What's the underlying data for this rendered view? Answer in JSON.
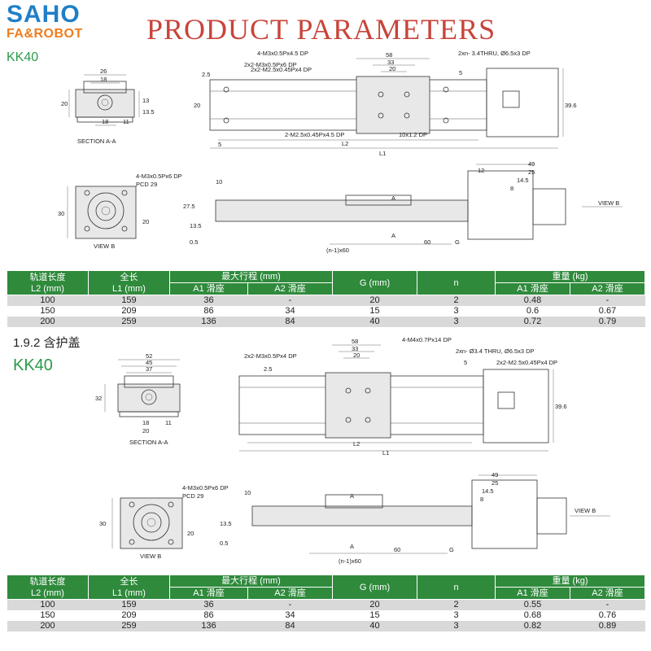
{
  "header": {
    "logo_top": "SAHO",
    "logo_bottom": "FA&ROBOT",
    "title": "PRODUCT PARAMETERS"
  },
  "section1": {
    "model": "KK40",
    "labels": {
      "section_aa": "SECTION A-A",
      "view_b": "VIEW B",
      "view_b_arrow": "VIEW B",
      "m3_top": "2x2-M3x0.5Px6 DP",
      "m3_45": "4-M3x0.5Px4.5 DP",
      "m25_4": "2x2-M2.5x0.45Px4 DP",
      "thru": "2xn- 3.4THRU, Ø6.5x3 DP",
      "m25_45": "2-M2.5x0.45Px4.5 DP",
      "x12": "10x1.2 DP",
      "m3_pcd": "4-M3x0.5Px6 DP",
      "pcd": "PCD 29",
      "pitch": "(n-1)x60",
      "l1": "L1",
      "l2": "L2",
      "a": "A",
      "g": "G"
    },
    "dims": {
      "d26": "26",
      "d18": "18",
      "d20": "20",
      "d11": "11",
      "d13": "13",
      "d135": "13.5",
      "d25": "2.5",
      "d58": "58",
      "d33": "33",
      "d20b": "20",
      "d5": "5",
      "d396": "39.6",
      "d49": "49",
      "d12": "12",
      "d25b": "25",
      "d145": "14.5",
      "d8": "8",
      "d10": "10",
      "d30": "30",
      "d275": "27.5",
      "d05": "0.5",
      "d60": "60"
    },
    "table": {
      "headers": {
        "rail_length": "轨道长度",
        "rail_unit": "L2 (mm)",
        "total_length": "全长",
        "total_unit": "L1 (mm)",
        "max_stroke": "最大行程 (mm)",
        "a1": "A1 滑座",
        "a2": "A2 滑座",
        "g": "G (mm)",
        "n": "n",
        "weight": "重量 (kg)",
        "w_a1": "A1 滑座",
        "w_a2": "A2 滑座"
      },
      "rows": [
        [
          "100",
          "159",
          "36",
          "-",
          "20",
          "2",
          "0.48",
          "-"
        ],
        [
          "150",
          "209",
          "86",
          "34",
          "15",
          "3",
          "0.6",
          "0.67"
        ],
        [
          "200",
          "259",
          "136",
          "84",
          "40",
          "3",
          "0.72",
          "0.79"
        ]
      ]
    }
  },
  "section2": {
    "heading": "1.9.2  含护盖",
    "model": "KK40",
    "labels": {
      "section_aa": "SECTION A-A",
      "view_b": "VIEW B",
      "view_b_arrow": "VIEW B",
      "m3_4": "2x2-M3x0.5Px4 DP",
      "m4_14": "4-M4x0.7Px14 DP",
      "thru": "2xn- Ø3.4 THRU, Ø6.5x3 DP",
      "m25_4": "2x2-M2.5x0.45Px4 DP",
      "m3_pcd": "4-M3x0.5Px6 DP",
      "pcd": "PCD 29",
      "pitch": "(n-1)x60",
      "l1": "L1",
      "l2": "L2",
      "a": "A",
      "g": "G"
    },
    "dims": {
      "d52": "52",
      "d45": "45",
      "d37": "37",
      "d32": "32",
      "d18": "18",
      "d20": "20",
      "d11": "11",
      "d25": "2.5",
      "d58": "58",
      "d33": "33",
      "d20b": "20",
      "d5": "5",
      "d396": "39.6",
      "d49": "49",
      "d25b": "25",
      "d145": "14.5",
      "d8": "8",
      "d10": "10",
      "d30": "30",
      "d135": "13.5",
      "d05": "0.5",
      "d60": "60"
    },
    "table": {
      "headers": {
        "rail_length": "轨道长度",
        "rail_unit": "L2 (mm)",
        "total_length": "全长",
        "total_unit": "L1 (mm)",
        "max_stroke": "最大行程 (mm)",
        "a1": "A1 滑座",
        "a2": "A2 滑座",
        "g": "G (mm)",
        "n": "n",
        "weight": "重量 (kg)",
        "w_a1": "A1 滑座",
        "w_a2": "A2 滑座"
      },
      "rows": [
        [
          "100",
          "159",
          "36",
          "-",
          "20",
          "2",
          "0.55",
          "-"
        ],
        [
          "150",
          "209",
          "86",
          "34",
          "15",
          "3",
          "0.68",
          "0.76"
        ],
        [
          "200",
          "259",
          "136",
          "84",
          "40",
          "3",
          "0.82",
          "0.89"
        ]
      ]
    }
  },
  "colors": {
    "brand_blue": "#1f7fc8",
    "brand_orange": "#f07c1c",
    "title_red": "#c8443a",
    "model_green": "#2a9a4a",
    "table_header": "#2f8a3c",
    "row_shade": "#d9d9d9"
  }
}
